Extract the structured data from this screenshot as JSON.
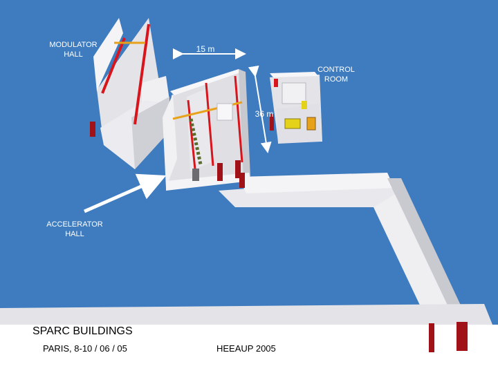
{
  "labels": {
    "modulator_hall_line1": "MODULATOR",
    "modulator_hall_line2": "HALL",
    "width_dimension": "15 m",
    "control_room_line1": "CONTROL",
    "control_room_line2": "ROOM",
    "length_dimension": "36 m",
    "accelerator_hall_line1": "ACCELERATOR",
    "accelerator_hall_line2": "HALL"
  },
  "footer": {
    "title": "SPARC BUILDINGS",
    "place_date": "PARIS, 8-10 / 06 / 05",
    "conference": "HEEAUP 2005"
  },
  "colors": {
    "background": "#3f7cbf",
    "wall": "#f2f2f4",
    "wall_shadow": "#c9c9d0",
    "floor": "#e6e6ea",
    "door": "#a01218",
    "beam_red": "#d8141c",
    "crane_yellow": "#e8a21a",
    "accelerator_green": "#5a6b2a"
  }
}
